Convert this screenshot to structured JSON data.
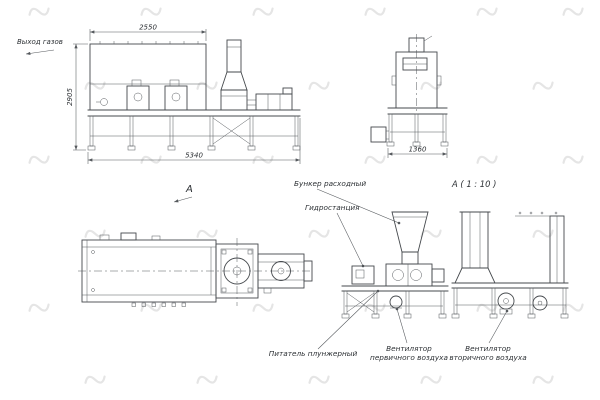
{
  "colors": {
    "line": "#45494d",
    "thin_line": "#55595d",
    "text": "#2c3034",
    "watermark": "#e5e5e5",
    "background": "#ffffff"
  },
  "labels": {
    "gas_outlet": "Выход газов",
    "view_marker": "A",
    "section_title": "A ( 1 : 10 )",
    "hopper": "Бункер расходный",
    "hydrostation": "Гидростанция",
    "feeder": "Питатель плунжерный",
    "fan_primary_line1": "Вентилятор",
    "fan_primary_line2": "первичного воздуха",
    "fan_secondary_line1": "Вентилятор",
    "fan_secondary_line2": "вторичного воздуха"
  },
  "dimensions": {
    "overall_top": "2550",
    "overall_height": "2905",
    "overall_length": "5340",
    "end_width": "1360"
  }
}
